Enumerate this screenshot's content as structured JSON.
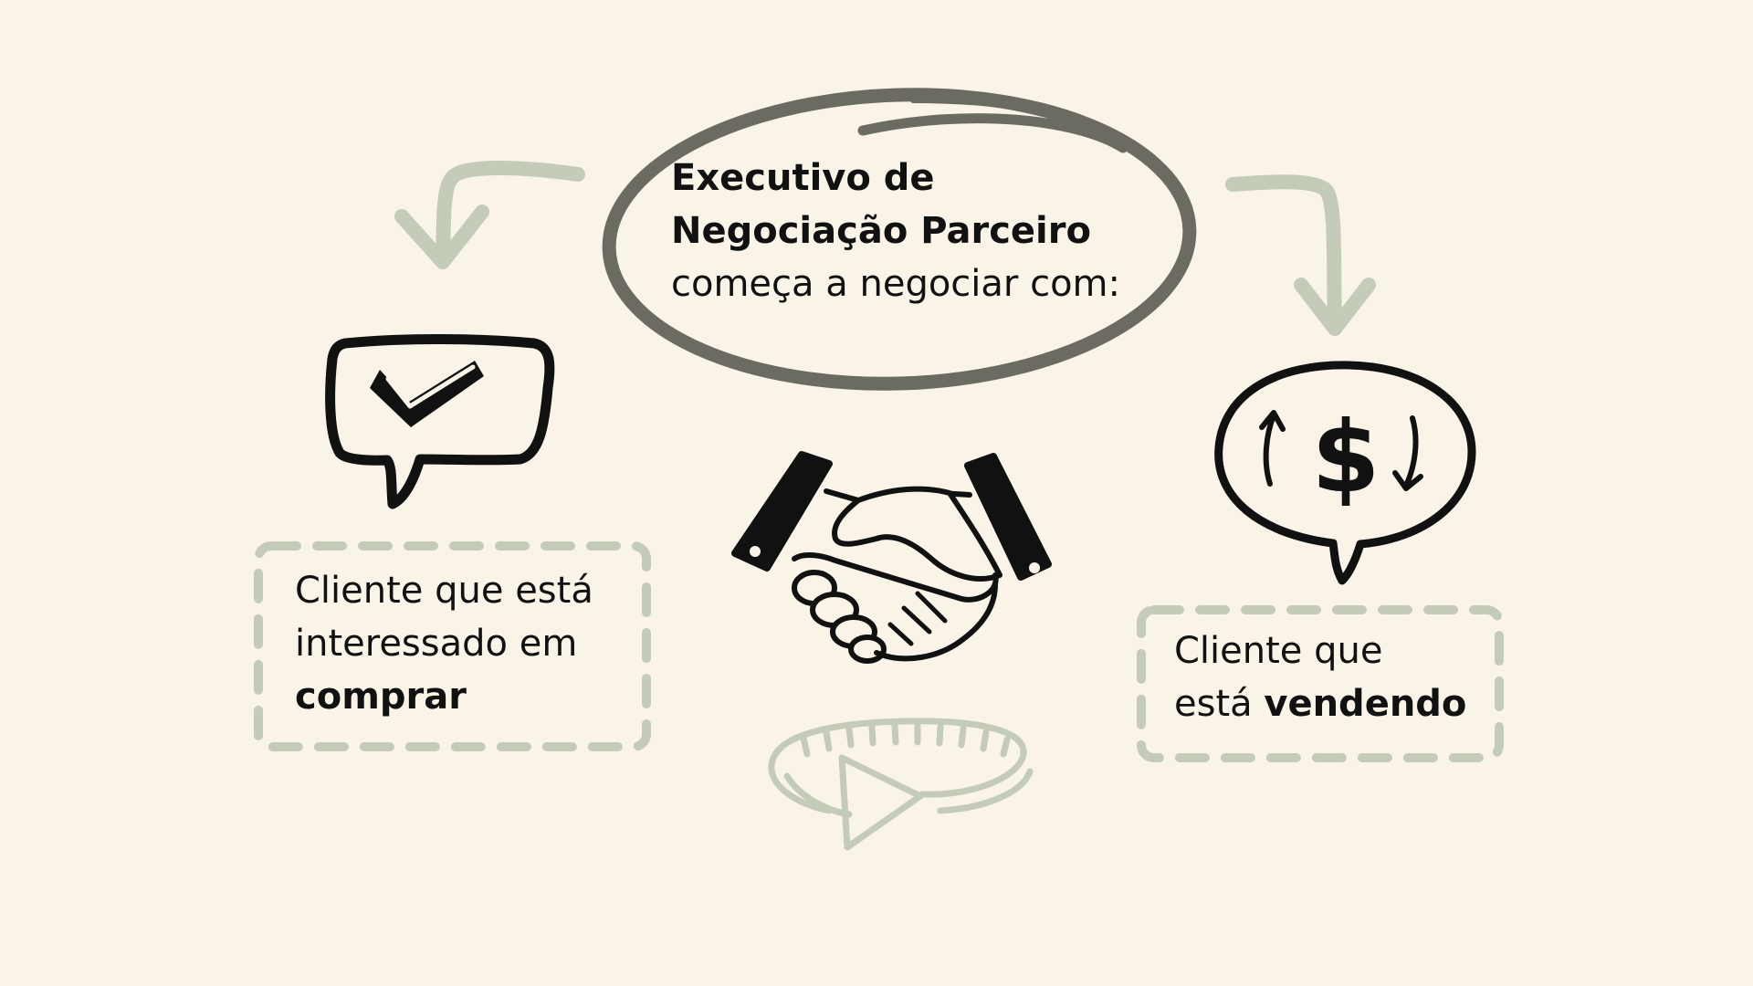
{
  "center": {
    "line1": "Executivo de",
    "line2": "Negociação Parceiro",
    "line3": "começa a negociar com:"
  },
  "left": {
    "line1": "Cliente que está",
    "line2": "interessado em",
    "line3": "comprar"
  },
  "right": {
    "line1": "Cliente que",
    "line2_prefix": "está",
    "line2_bold": "vendendo"
  },
  "icons": [
    "checkmark-speech-bubble-icon",
    "dollar-exchange-speech-bubble-icon",
    "handshake-icon",
    "cycle-arrow-icon"
  ],
  "colors": {
    "background": "#faf4e8",
    "ink": "#111111",
    "ellipse": "#6b6b61",
    "sage": "#c5cbb9"
  }
}
